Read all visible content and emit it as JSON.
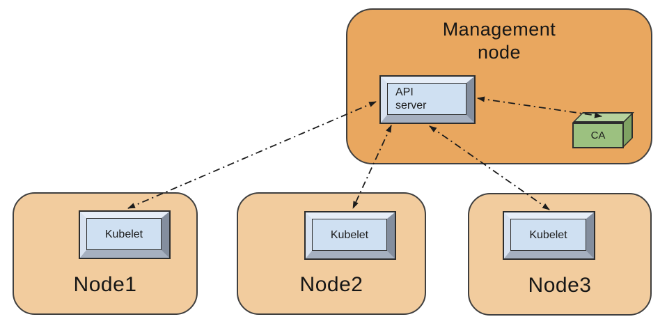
{
  "diagram": {
    "management_node": {
      "label": "Management\nnode",
      "api_server": {
        "label": "API\nserver"
      },
      "ca": {
        "label": "CA"
      }
    },
    "nodes": [
      {
        "label": "Node1",
        "component": "Kubelet"
      },
      {
        "label": "Node2",
        "component": "Kubelet"
      },
      {
        "label": "Node3",
        "component": "Kubelet"
      }
    ],
    "connections": [
      {
        "from": "API server",
        "to": "Kubelet (Node1)",
        "bidirectional": true,
        "style": "dash-dot"
      },
      {
        "from": "API server",
        "to": "Kubelet (Node2)",
        "bidirectional": true,
        "style": "dash-dot"
      },
      {
        "from": "API server",
        "to": "Kubelet (Node3)",
        "bidirectional": true,
        "style": "dash-dot"
      },
      {
        "from": "API server",
        "to": "CA",
        "bidirectional": true,
        "style": "dash-dot"
      }
    ],
    "colors": {
      "management_node_fill": "#e9a75f",
      "worker_node_fill": "#f2cc9e",
      "component_face": "#cfe0f2",
      "ca_front": "#9cc180",
      "ca_top": "#b6d29d",
      "ca_side": "#7fa263",
      "outline": "#3f3f3f",
      "arrow": "#1c1c1c"
    }
  }
}
